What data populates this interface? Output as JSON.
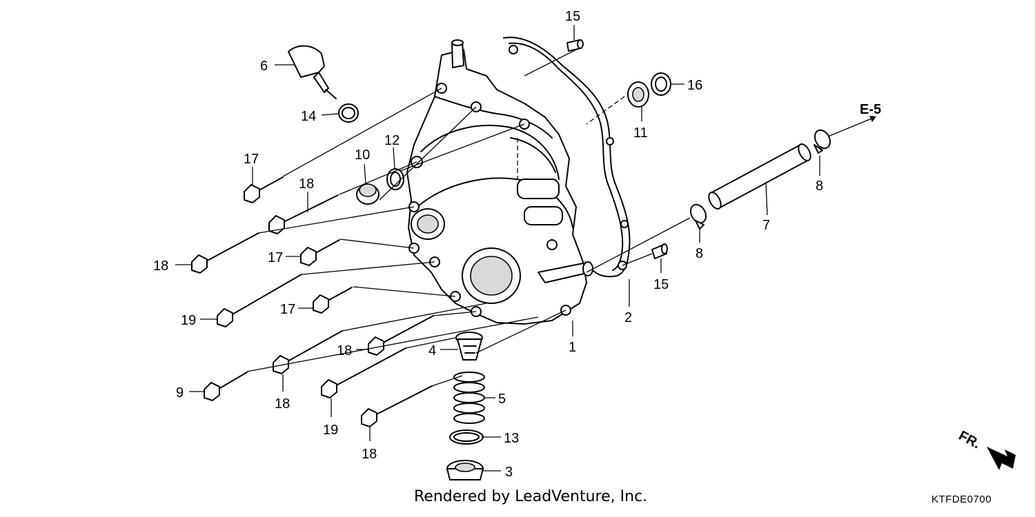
{
  "callouts": [
    "1",
    "2",
    "3",
    "4",
    "5",
    "6",
    "7",
    "8",
    "8",
    "9",
    "10",
    "11",
    "12",
    "13",
    "14",
    "15",
    "15",
    "16",
    "17",
    "17",
    "17",
    "18",
    "18",
    "18",
    "18",
    "18",
    "19",
    "19"
  ],
  "reference_label": "E-5",
  "direction_label": "FR.",
  "credit": "Rendered by LeadVenture, Inc.",
  "diagram_code": "KTFDE0700"
}
